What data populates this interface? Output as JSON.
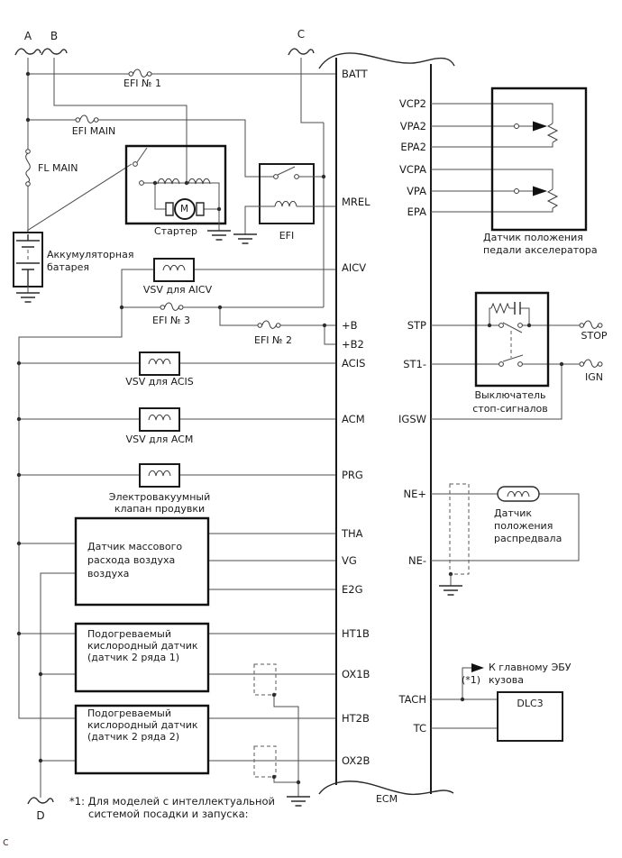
{
  "connectors": {
    "a": "A",
    "b": "B",
    "c": "C",
    "d": "D"
  },
  "fuses": {
    "efi1": "EFI № 1",
    "efi_main": "EFI MAIN",
    "fl_main": "FL MAIN",
    "efi3": "EFI № 3",
    "efi2": "EFI № 2",
    "stop": "STOP",
    "ign": "IGN"
  },
  "ecm": {
    "label": "ECM",
    "left_pins": [
      "BATT",
      "MREL",
      "AICV",
      "+B",
      "+B2",
      "ACIS",
      "ACM",
      "PRG",
      "THA",
      "VG",
      "E2G",
      "HT1B",
      "OX1B",
      "HT2B",
      "OX2B"
    ],
    "right_pins": [
      "VCP2",
      "VPA2",
      "EPA2",
      "VCPA",
      "VPA",
      "EPA",
      "STP",
      "ST1-",
      "IGSW",
      "NE+",
      "NE-",
      "TACH",
      "TC"
    ]
  },
  "components": {
    "starter": {
      "label": "Стартер",
      "motor": "M"
    },
    "efi_relay": {
      "label": "EFI"
    },
    "battery": {
      "lines": [
        "Аккумуляторная",
        "батарея"
      ]
    },
    "vsv_aicv": {
      "label": "VSV для AICV"
    },
    "vsv_acis": {
      "label": "VSV для ACIS"
    },
    "vsv_acm": {
      "label": "VSV для ACM"
    },
    "purge": {
      "lines": [
        "Электровакуумный",
        "клапан продувки"
      ]
    },
    "maf": {
      "lines": [
        "Датчик массового",
        "расхода воздуха",
        "воздуха"
      ]
    },
    "o2_bank1": {
      "lines": [
        "Подогреваемый",
        "кислородный датчик",
        "(датчик 2 ряда 1)"
      ]
    },
    "o2_bank2": {
      "lines": [
        "Подогреваемый",
        "кислородный датчик",
        "(датчик 2 ряда 2)"
      ]
    },
    "pedal": {
      "lines": [
        "Датчик положения",
        "педали акселератора"
      ]
    },
    "stop_switch": {
      "lines": [
        "Выключатель",
        "стоп-сигналов"
      ]
    },
    "cam": {
      "lines": [
        "Датчик",
        "положения",
        "распредвала"
      ]
    },
    "dlc3": {
      "label": "DLC3"
    }
  },
  "notes": {
    "to_body_ecu": [
      "К главному ЭБУ",
      "кузова"
    ],
    "star1_ref": "(*1)",
    "footnote": [
      "*1: Для моделей с интеллектуальной",
      "системой посадки и запуска:"
    ],
    "corner": "c"
  },
  "colors": {
    "wire": "#4d4d4d",
    "outline": "#111111",
    "text": "#1a1a1a",
    "corner_mark": "#5a4242"
  }
}
